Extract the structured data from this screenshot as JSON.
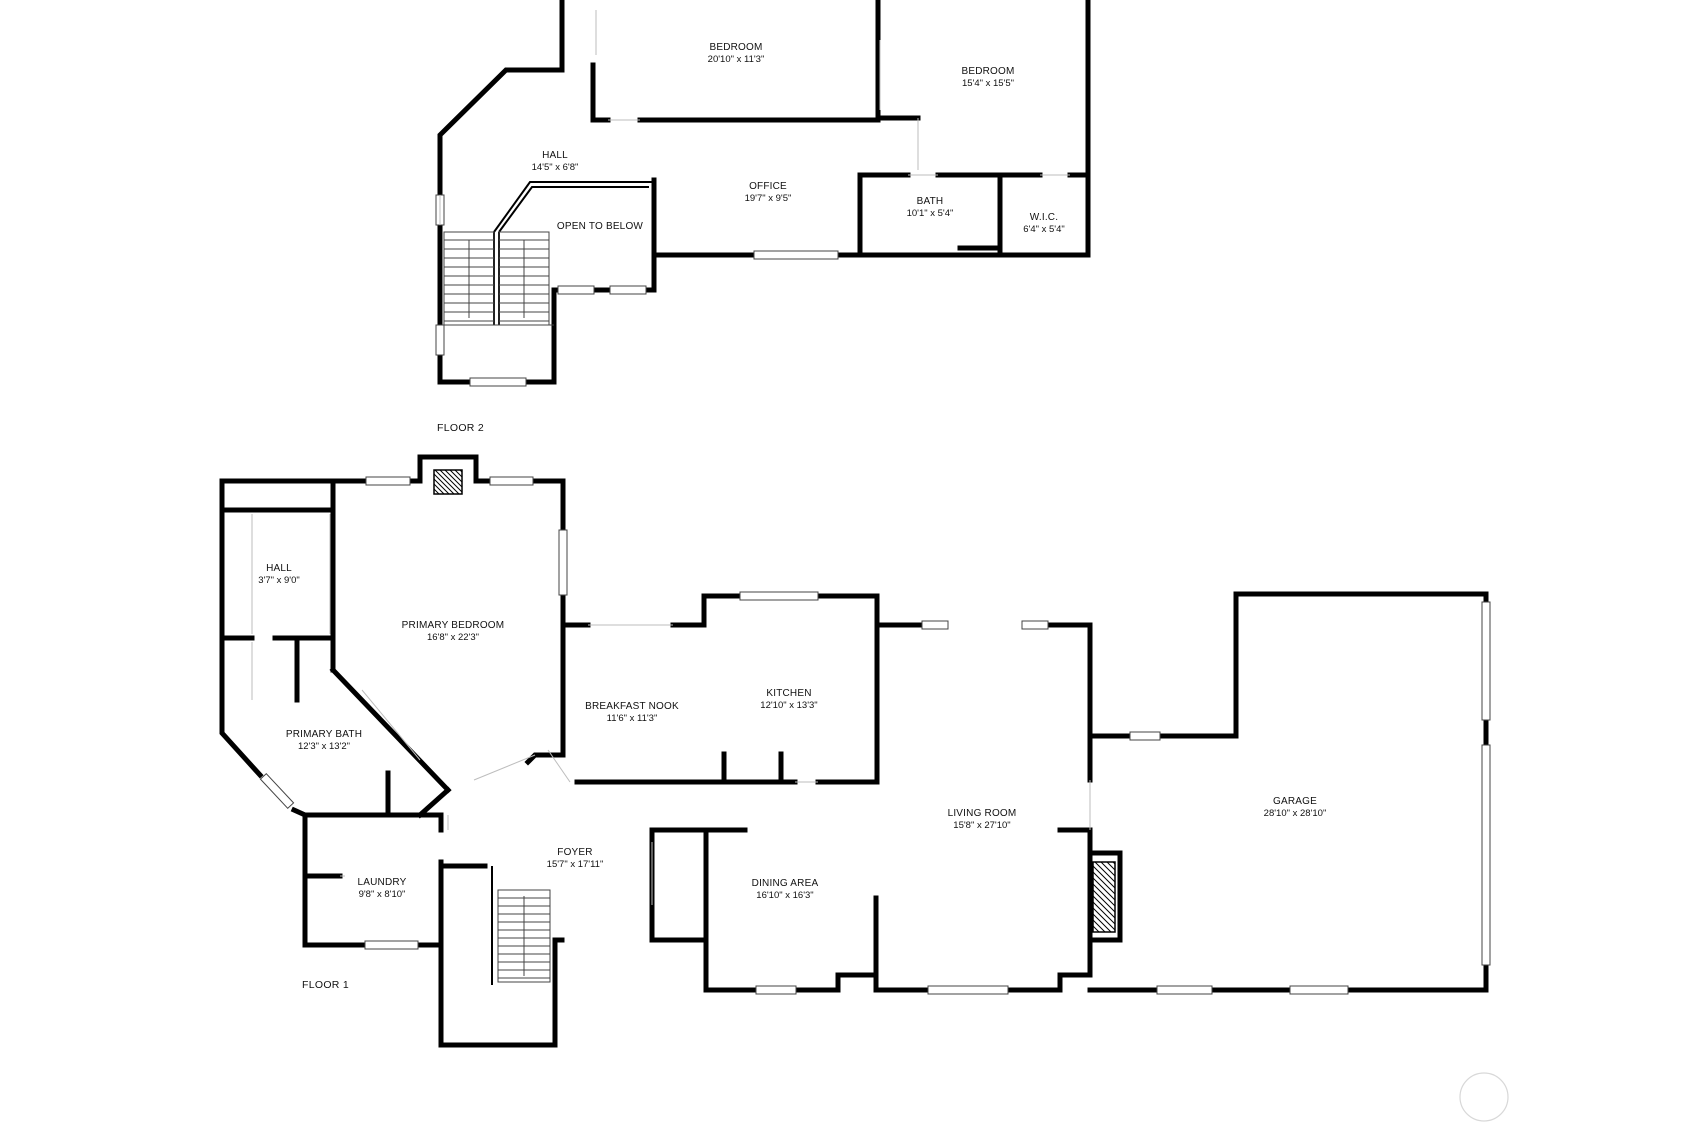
{
  "floors": [
    {
      "label": "FLOOR 2",
      "rooms": [
        {
          "name": "BEDROOM",
          "dims": "20'10\" x 11'3\""
        },
        {
          "name": "BEDROOM",
          "dims": "15'4\" x 15'5\""
        },
        {
          "name": "HALL",
          "dims": "14'5\" x 6'8\""
        },
        {
          "name": "OFFICE",
          "dims": "19'7\" x 9'5\""
        },
        {
          "name": "BATH",
          "dims": "10'1\" x 5'4\""
        },
        {
          "name": "W.I.C.",
          "dims": "6'4\" x 5'4\""
        },
        {
          "name": "OPEN TO BELOW",
          "dims": ""
        }
      ]
    },
    {
      "label": "FLOOR 1",
      "rooms": [
        {
          "name": "HALL",
          "dims": "3'7\" x 9'0\""
        },
        {
          "name": "PRIMARY BEDROOM",
          "dims": "16'8\" x 22'3\""
        },
        {
          "name": "PRIMARY BATH",
          "dims": "12'3\" x 13'2\""
        },
        {
          "name": "BREAKFAST NOOK",
          "dims": "11'6\" x 11'3\""
        },
        {
          "name": "KITCHEN",
          "dims": "12'10\" x 13'3\""
        },
        {
          "name": "LAUNDRY",
          "dims": "9'8\" x 8'10\""
        },
        {
          "name": "FOYER",
          "dims": "15'7\" x 17'11\""
        },
        {
          "name": "DINING AREA",
          "dims": "16'10\" x 16'3\""
        },
        {
          "name": "LIVING ROOM",
          "dims": "15'8\" x 27'10\""
        },
        {
          "name": "GARAGE",
          "dims": "28'10\" x 28'10\""
        }
      ]
    }
  ]
}
